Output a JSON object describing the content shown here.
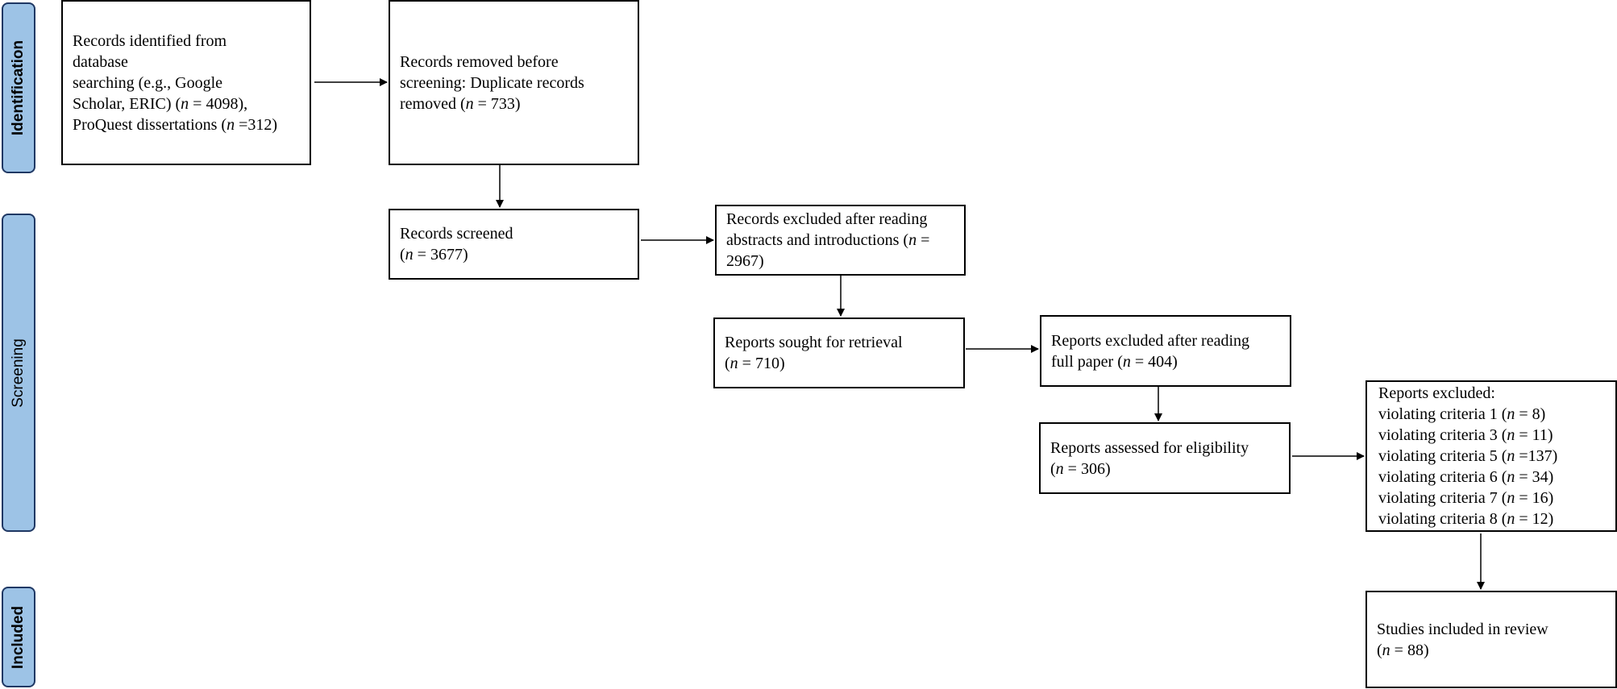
{
  "phases": {
    "identification": "Identification",
    "screening": "Screening",
    "included": "Included"
  },
  "boxes": {
    "records_identified": "Records identified from\ndatabase\nsearching (e.g., Google\nScholar, ERIC) (n = 4098),\nProQuest dissertations (n =312)",
    "records_removed": "Records removed before\nscreening: Duplicate records\nremoved (n = 733)",
    "records_screened": "Records screened\n(n = 3677)",
    "records_excluded": "Records excluded after reading\nabstracts and introductions (n =\n2967)",
    "reports_sought": "Reports sought for retrieval\n(n = 710)",
    "reports_excluded_full": "Reports  excluded after reading\nfull paper (n = 404)",
    "reports_assessed": "Reports assessed for eligibility\n(n = 306)",
    "reports_excluded_criteria": "Reports excluded:\nviolating criteria 1 (n = 8)\nviolating criteria 3 (n = 11)\nviolating criteria 5 (n =137)\nviolating criteria 6 (n = 34)\nviolating criteria 7 (n = 16)\nviolating criteria 8 (n = 12)",
    "studies_included": "Studies included in review\n(n = 88)"
  }
}
